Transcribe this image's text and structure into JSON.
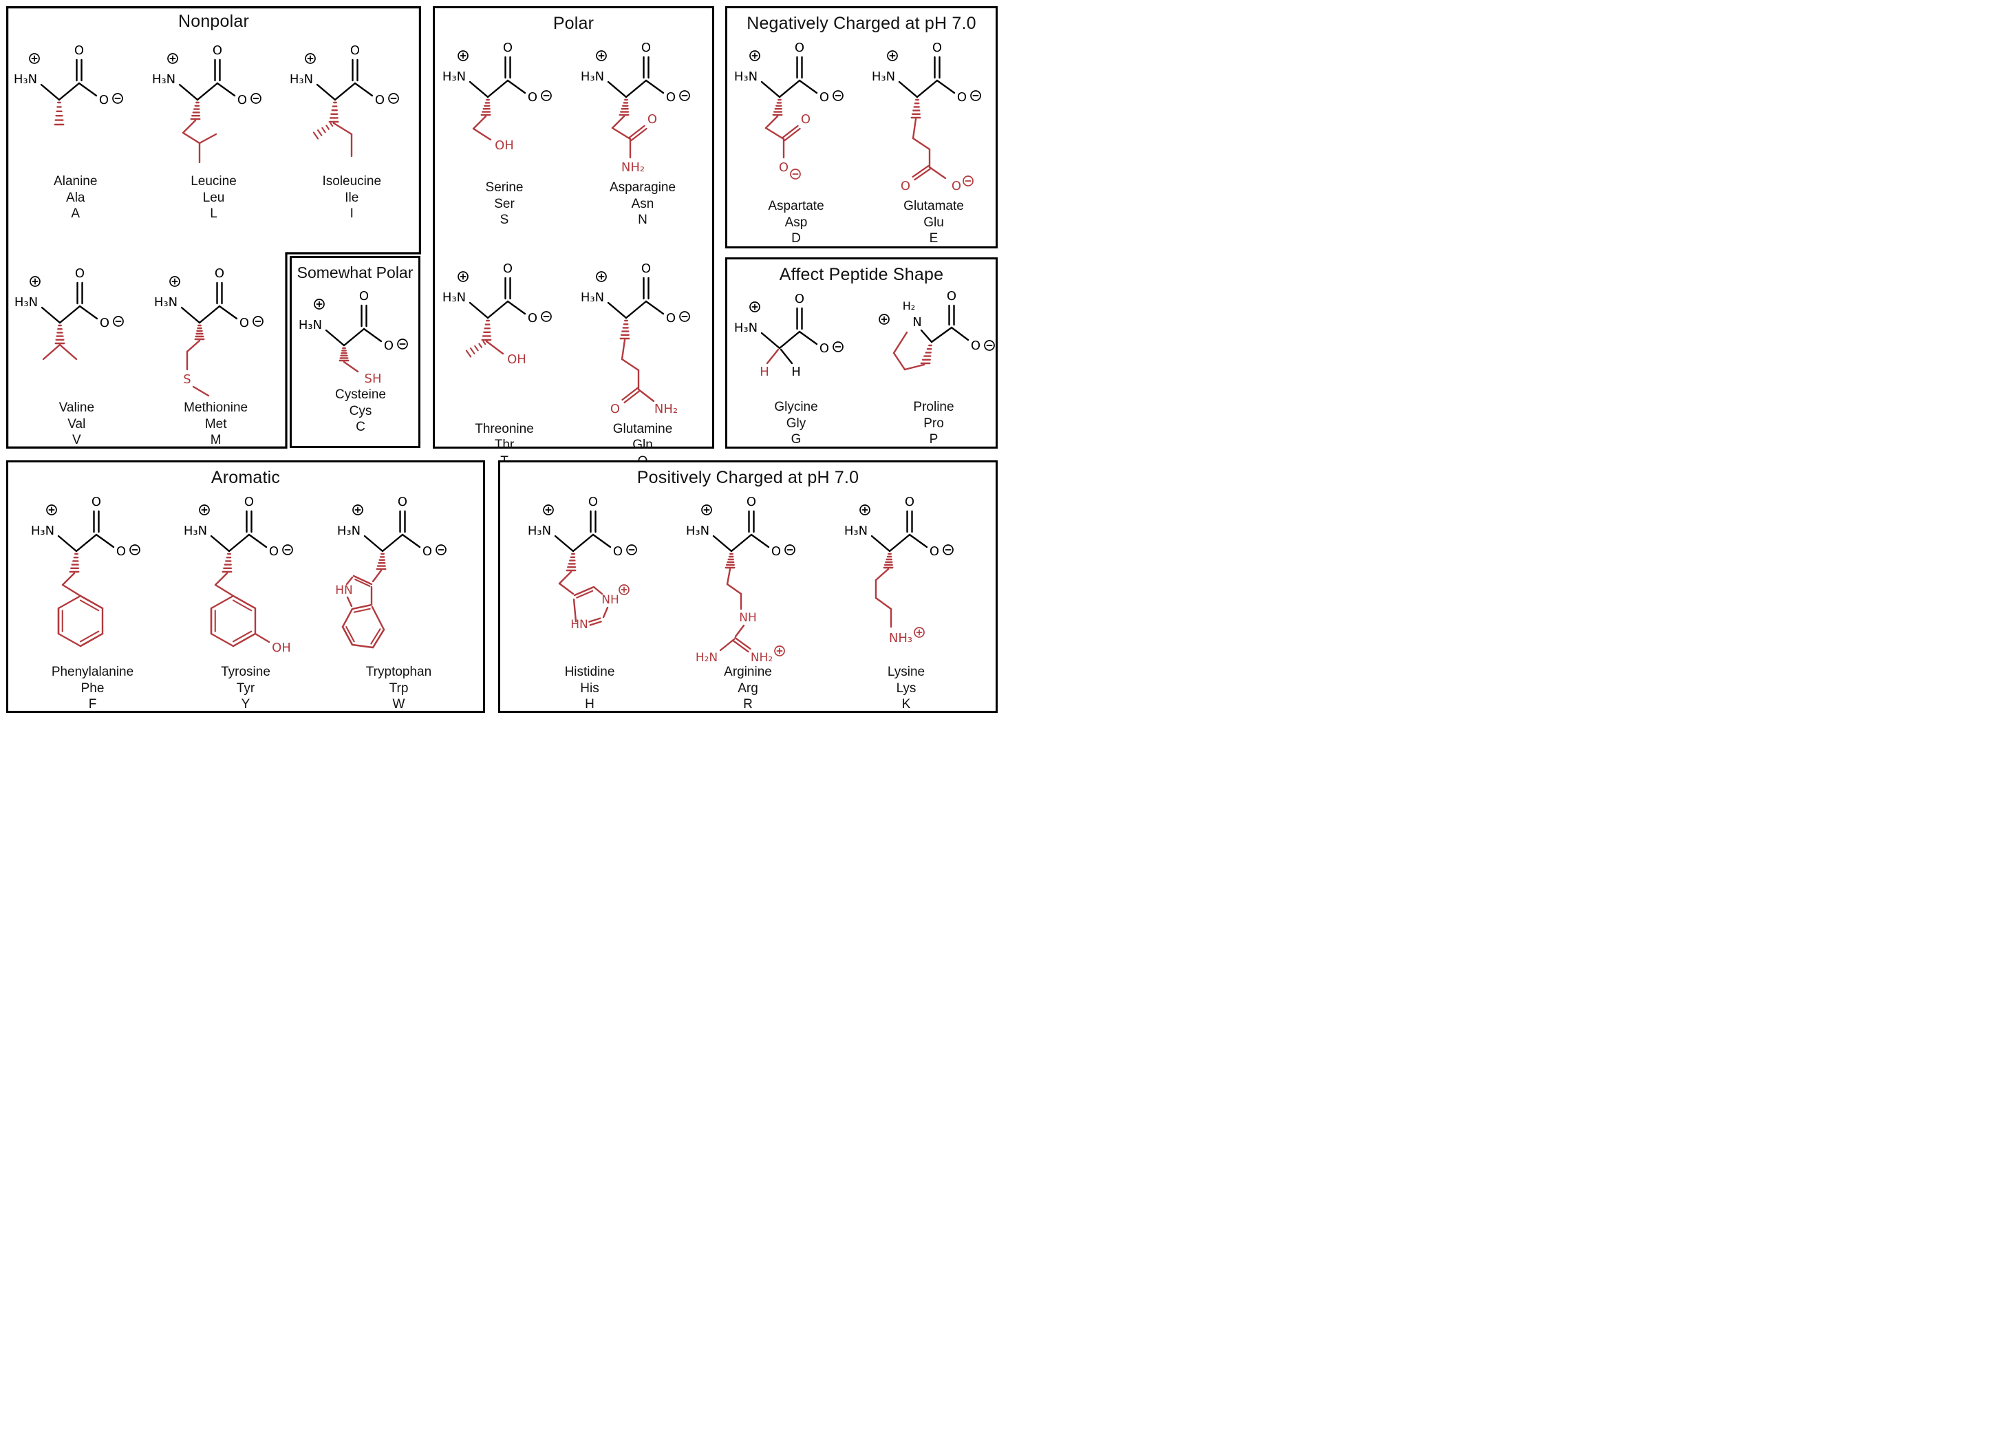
{
  "figure": {
    "background": "#ffffff",
    "line_color": "#000000",
    "accent_red": "#b23a3e"
  },
  "chem": {
    "amino": "H₃N",
    "carbonyl_o": "O",
    "carboxylate_o": "O",
    "plus_sign": "+",
    "minus_sign": "−"
  },
  "groups": [
    {
      "id": "nonpolar",
      "title": "Nonpolar"
    },
    {
      "id": "somewhat-polar",
      "title": "Somewhat Polar"
    },
    {
      "id": "polar",
      "title": "Polar"
    },
    {
      "id": "negative",
      "title": "Negatively Charged at pH 7.0"
    },
    {
      "id": "peptide-shape",
      "title": "Affect Peptide Shape"
    },
    {
      "id": "aromatic",
      "title": "Aromatic"
    },
    {
      "id": "positive",
      "title": "Positively Charged at pH 7.0"
    }
  ],
  "acids": {
    "ala": {
      "name": "Alanine",
      "abbr": "Ala",
      "letter": "A",
      "side_labels": {}
    },
    "leu": {
      "name": "Leucine",
      "abbr": "Leu",
      "letter": "L",
      "side_labels": {}
    },
    "ile": {
      "name": "Isoleucine",
      "abbr": "Ile",
      "letter": "I",
      "side_labels": {}
    },
    "val": {
      "name": "Valine",
      "abbr": "Val",
      "letter": "V",
      "side_labels": {}
    },
    "met": {
      "name": "Methionine",
      "abbr": "Met",
      "letter": "M",
      "side_labels": {
        "s": "S"
      }
    },
    "cys": {
      "name": "Cysteine",
      "abbr": "Cys",
      "letter": "C",
      "side_labels": {
        "sh": "SH"
      }
    },
    "ser": {
      "name": "Serine",
      "abbr": "Ser",
      "letter": "S",
      "side_labels": {
        "oh": "OH"
      }
    },
    "asn": {
      "name": "Asparagine",
      "abbr": "Asn",
      "letter": "N",
      "side_labels": {
        "o": "O",
        "nh2": "NH₂"
      }
    },
    "thr": {
      "name": "Threonine",
      "abbr": "Thr",
      "letter": "T",
      "side_labels": {
        "oh": "OH"
      }
    },
    "gln": {
      "name": "Glutamine",
      "abbr": "Gln",
      "letter": "Q",
      "side_labels": {
        "o": "O",
        "nh2": "NH₂"
      }
    },
    "asp": {
      "name": "Aspartate",
      "abbr": "Asp",
      "letter": "D",
      "side_labels": {
        "o": "O",
        "o2": "O"
      }
    },
    "glu": {
      "name": "Glutamate",
      "abbr": "Glu",
      "letter": "E",
      "side_labels": {
        "o": "O",
        "o2": "O"
      }
    },
    "gly": {
      "name": "Glycine",
      "abbr": "Gly",
      "letter": "G",
      "side_labels": {
        "h1": "H",
        "h2": "H"
      }
    },
    "pro": {
      "name": "Proline",
      "abbr": "Pro",
      "letter": "P",
      "side_labels": {
        "h2": "H₂",
        "n": "N"
      }
    },
    "phe": {
      "name": "Phenylalanine",
      "abbr": "Phe",
      "letter": "F",
      "side_labels": {}
    },
    "tyr": {
      "name": "Tyrosine",
      "abbr": "Tyr",
      "letter": "Y",
      "side_labels": {
        "oh": "OH"
      }
    },
    "trp": {
      "name": "Tryptophan",
      "abbr": "Trp",
      "letter": "W",
      "side_labels": {
        "hn": "HN"
      }
    },
    "his": {
      "name": "Histidine",
      "abbr": "His",
      "letter": "H",
      "side_labels": {
        "nh": "NH",
        "hn": "HN"
      }
    },
    "arg": {
      "name": "Arginine",
      "abbr": "Arg",
      "letter": "R",
      "side_labels": {
        "nh": "NH",
        "nh2": "NH₂",
        "h2n": "H₂N"
      }
    },
    "lys": {
      "name": "Lysine",
      "abbr": "Lys",
      "letter": "K",
      "side_labels": {
        "nh3": "NH₃"
      }
    }
  }
}
